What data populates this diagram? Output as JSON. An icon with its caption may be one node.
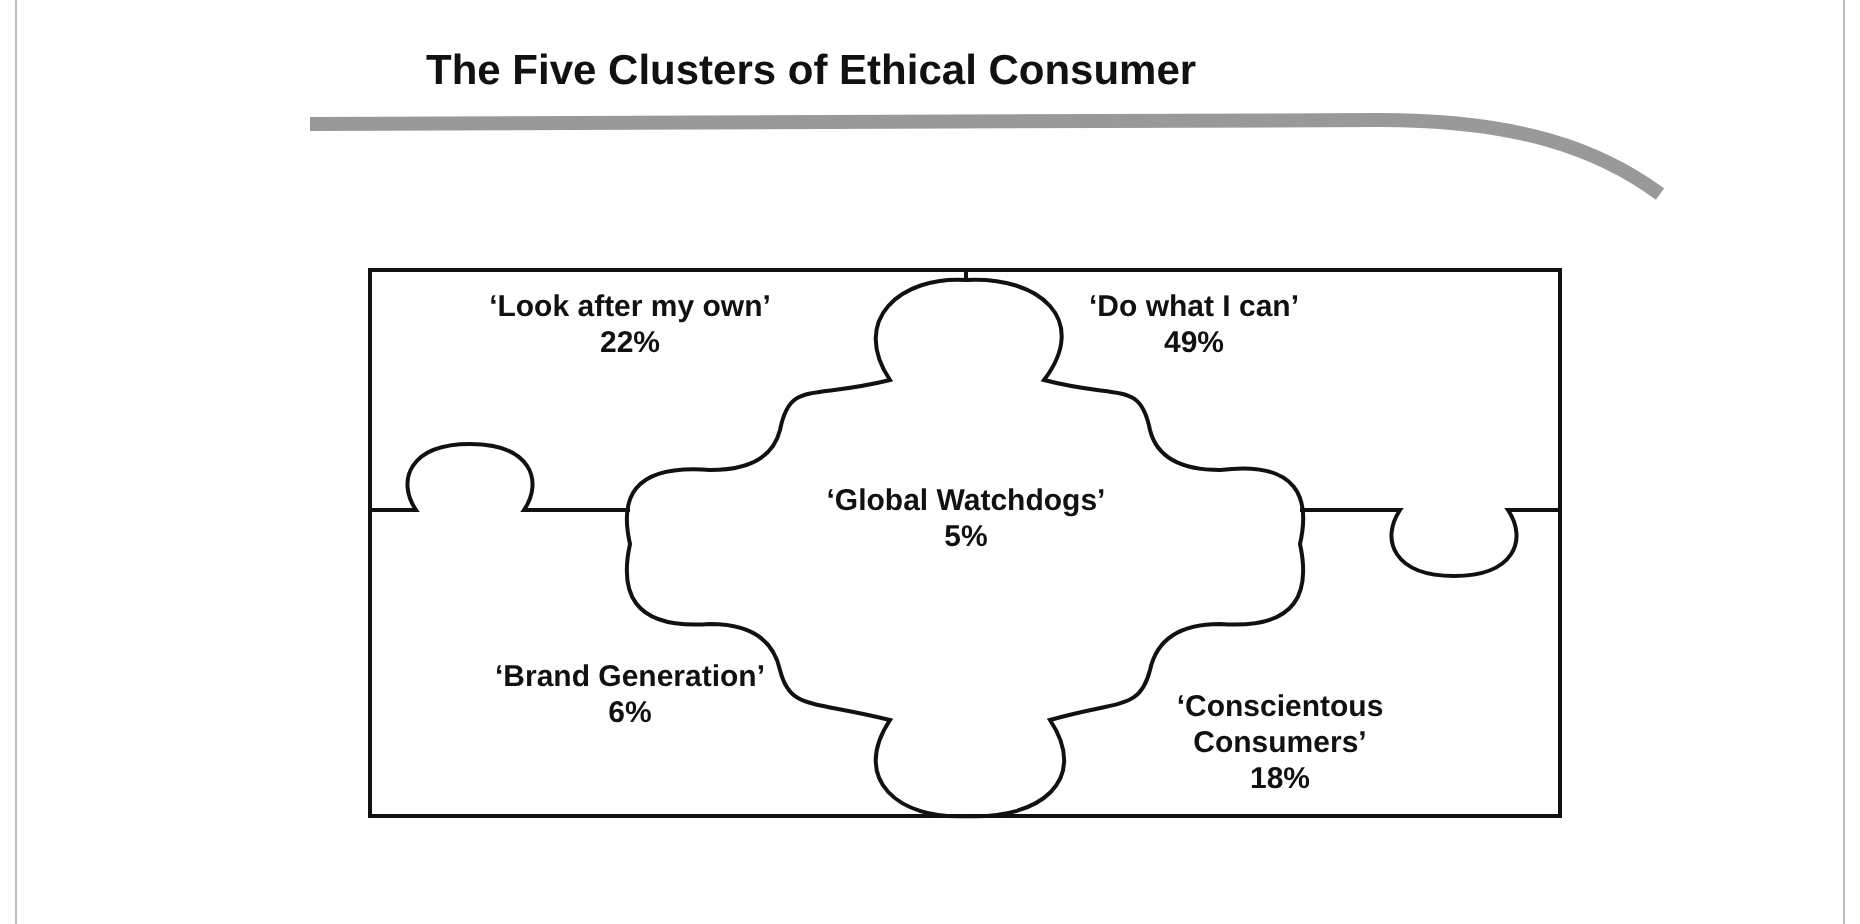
{
  "diagram": {
    "title": "The Five Clusters of Ethical Consumer",
    "nodes": [
      {
        "text": [
          "‘Look after my own’",
          "22%"
        ]
      },
      {
        "text": [
          "‘Do what I can’",
          "49%"
        ]
      },
      {
        "text": [
          "‘Global Watchdogs’",
          "5%"
        ]
      },
      {
        "text": [
          "‘Brand Generation’",
          "6%"
        ]
      },
      {
        "text": [
          "‘Conscientous Consumers’",
          "18%"
        ]
      }
    ],
    "edges": []
  }
}
